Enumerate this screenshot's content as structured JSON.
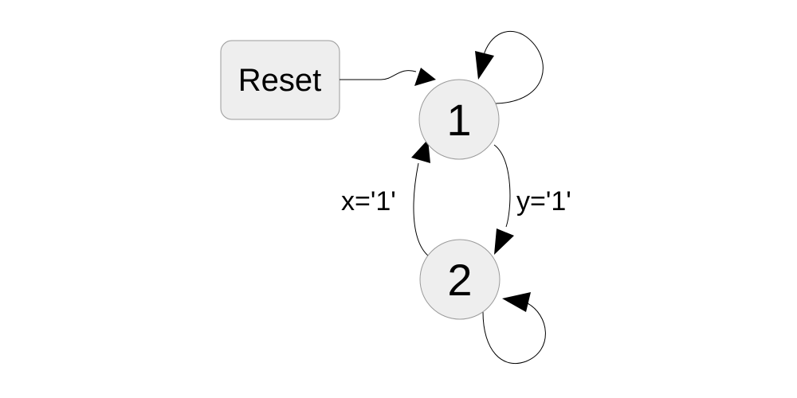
{
  "diagram": {
    "type": "state-machine",
    "reset_node": {
      "label": "Reset"
    },
    "states": [
      {
        "label": "1"
      },
      {
        "label": "2"
      }
    ],
    "transitions": [
      {
        "from": "Reset",
        "to": "1",
        "label": ""
      },
      {
        "from": "1",
        "to": "1",
        "label": ""
      },
      {
        "from": "1",
        "to": "2",
        "label": "y='1'"
      },
      {
        "from": "2",
        "to": "1",
        "label": "x='1'"
      },
      {
        "from": "2",
        "to": "2",
        "label": ""
      }
    ],
    "colors": {
      "node_fill": "#eeeeee",
      "node_stroke": "#9a9a9a",
      "edge": "#000000",
      "text": "#000000"
    }
  }
}
